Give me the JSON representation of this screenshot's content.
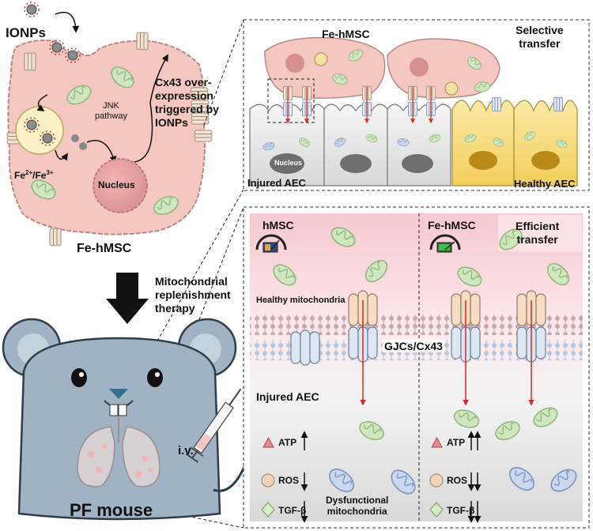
{
  "cell": {
    "title": "Fe-hMSC",
    "ionps": "IONPs",
    "jnk_line1": "JNK",
    "jnk_line2": "pathway",
    "ion_label_fe2": "Fe",
    "ion_sup_2": "2+",
    "ion_slash": "/Fe",
    "ion_sup_3": "3+",
    "nucleus": "Nucleus",
    "cx43_note_lines": [
      "Cx43 over-",
      "expression",
      "triggered by",
      "IONPs"
    ]
  },
  "therapy": {
    "lines": [
      "Mitochondrial",
      "replenishment",
      "therapy"
    ]
  },
  "mouse": {
    "title": "PF mouse",
    "iv": "i.v."
  },
  "top_panel": {
    "fe_hmsc": "Fe-hMSC",
    "selective_lines": [
      "Selective",
      "transfer"
    ],
    "nucleus": "Nucleus",
    "injured": "Injured AEC",
    "healthy": "Healthy AEC"
  },
  "bottom_panel": {
    "left_title": "hMSC",
    "right_title": "Fe-hMSC",
    "efficient_lines": [
      "Efficient",
      "transfer"
    ],
    "healthy_mito": "Healthy mitochondria",
    "gjc": "GJCs/Cx43",
    "injured_aec": "Injured AEC",
    "dysfunctional_lines": [
      "Dysfunctional",
      "mitochondria"
    ],
    "legend": [
      {
        "label": "ATP",
        "shape": "triangle",
        "color": "#e88a8a"
      },
      {
        "label": "ROS",
        "shape": "circle",
        "color": "#f3d3b8"
      },
      {
        "label": "TGF-β",
        "shape": "diamond",
        "color": "#d8efc8"
      }
    ]
  },
  "colors": {
    "cell_fill": "#f4c7c0",
    "cell_stroke": "#b88a86",
    "mito_fill": "#cfe6bf",
    "mito_stroke": "#8fb57a",
    "dys_mito_fill": "#c9d7ef",
    "mouse_fill": "#9fb3c4",
    "mouse_stroke": "#2d3d4a",
    "healthy_aec_fill": "#f3d77a",
    "arrow_red": "#d22a2a"
  }
}
